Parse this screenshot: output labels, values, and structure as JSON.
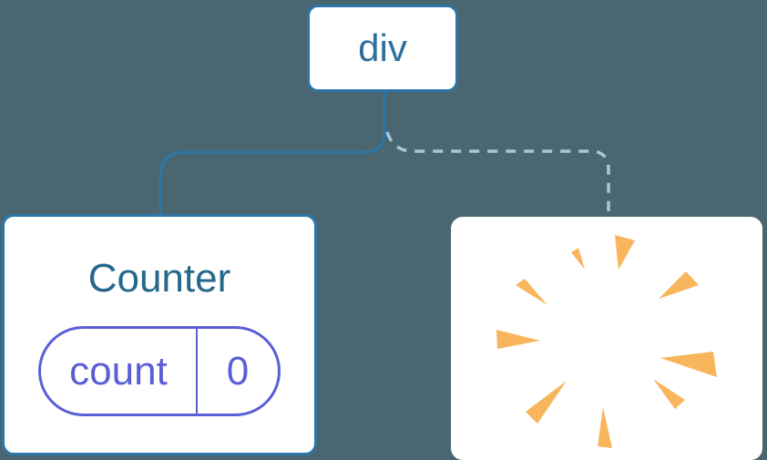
{
  "diagram": {
    "root": {
      "label": "div"
    },
    "children": [
      {
        "kind": "component",
        "title": "Counter",
        "state": {
          "name": "count",
          "value": "0"
        },
        "connection": "solid"
      },
      {
        "kind": "destroyed",
        "icon": "poof-icon",
        "connection": "dashed"
      }
    ]
  },
  "colors": {
    "bg": "#4A6670",
    "line": "#2B77A9",
    "rootText": "#2E6F9D",
    "titleText": "#26688A",
    "state": "#5B5FD6",
    "dash": "#A6C6DC",
    "poof": "#F8B55C",
    "card": "#FFFFFF"
  }
}
